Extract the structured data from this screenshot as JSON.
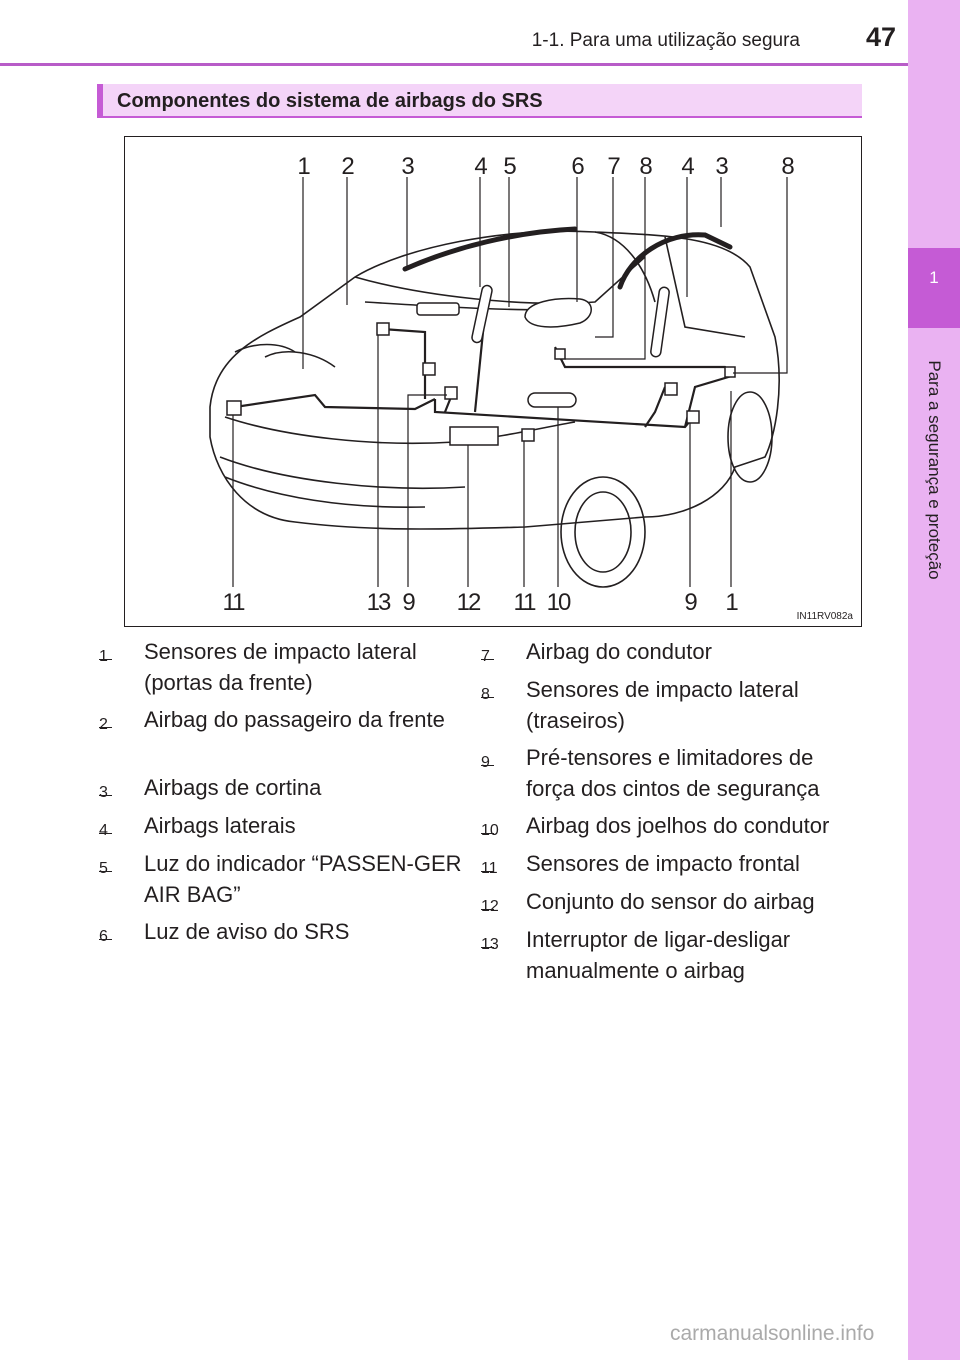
{
  "header": {
    "section": "1-1. Para uma utilização segura",
    "page_number": "47"
  },
  "side_tab": {
    "chapter_number": "1",
    "chapter_title": "Para a segurança e proteção"
  },
  "heading": "Componentes do sistema de airbags do SRS",
  "figure": {
    "code": "IN11RV082a",
    "top_callouts": [
      "1",
      "2",
      "3",
      "4",
      "5",
      "6",
      "7",
      "8",
      "4",
      "3",
      "8"
    ],
    "bottom_callouts": [
      "11",
      "13",
      "9",
      "12",
      "11",
      "10",
      "9",
      "1"
    ]
  },
  "legend": [
    {
      "num": "1",
      "text": "Sensores de impacto lateral (portas da frente)"
    },
    {
      "num": "2",
      "text": "Airbag do passageiro da frente"
    },
    {
      "num": "3",
      "text": "Airbags de cortina"
    },
    {
      "num": "4",
      "text": "Airbags laterais"
    },
    {
      "num": "5",
      "text": "Luz do indicador “PASSEN-GER AIR BAG”"
    },
    {
      "num": "6",
      "text": "Luz de aviso do SRS"
    },
    {
      "num": "7",
      "text": "Airbag do condutor"
    },
    {
      "num": "8",
      "text": "Sensores de impacto lateral (traseiros)"
    },
    {
      "num": "9",
      "text": "Pré-tensores e limitadores de força dos cintos de segurança"
    },
    {
      "num": "10",
      "text": "Airbag dos joelhos do condutor"
    },
    {
      "num": "11",
      "text": "Sensores de impacto frontal"
    },
    {
      "num": "12",
      "text": "Conjunto do sensor do airbag"
    },
    {
      "num": "13",
      "text": "Interruptor de ligar-desligar manualmente o airbag"
    }
  ],
  "watermark": "carmanualsonline.info"
}
